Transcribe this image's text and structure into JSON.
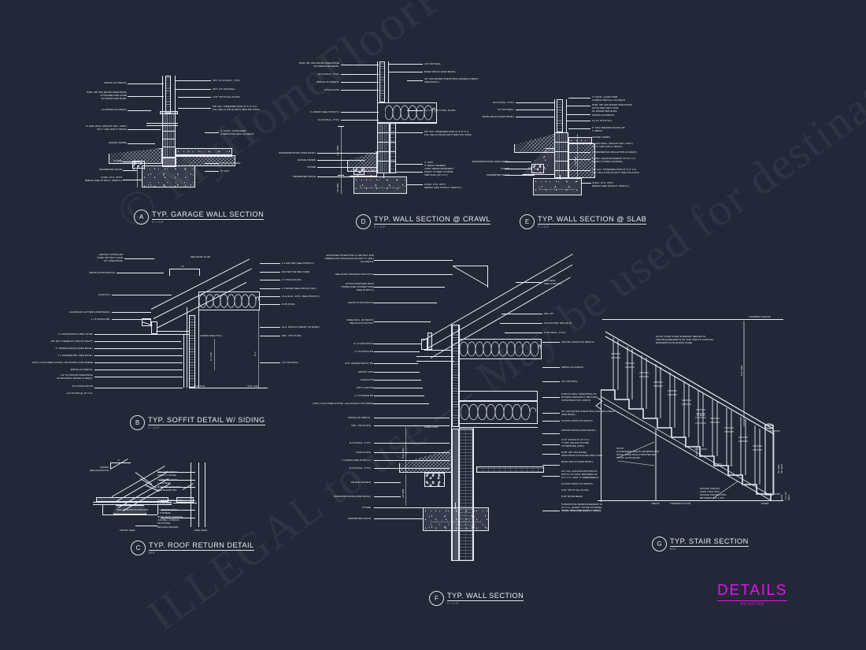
{
  "sheet": {
    "background_color": "#232839",
    "line_color": "#e9ecf5",
    "title": "DETAILS",
    "title_scale": "AS NOTED",
    "title_color": "#e313ec"
  },
  "watermark": {
    "line1": "© MyHomeFloorPlans.com",
    "line2": "ILLEGAL to use — May be used for destinations"
  },
  "details": [
    {
      "key": "A",
      "mark": "A",
      "title": "TYP. GARAGE WALL SECTION",
      "scale": "1\" = 1'-0\"",
      "labels_left": [
        "SIDING AS SPEC'D.",
        "NOM. 3/8\" APA RATED SHEATHING\nATTACHED PER CODE\nW/ PAPER PER BLDR.",
        "FLASHING AS REQ'D.",
        "8\" CMU WALL (HEIGHT WILL VARY)\nOR 4\" CMU AND 4\" BRICK",
        "GRADE VARIES",
        "STONE",
        "PERIMETER DRAIN",
        "CONC. FTG. W/TH\nREBAR (SEE STRUCT. SPEC'S.)"
      ],
      "labels_right": [
        "OPT. R-13 INSUL. (TYP.)",
        "OPT. 1/2\" DRYWALL",
        "2\"x6\" TRT'D SILL PLATE",
        "5/8\" DIA. THREADED ROD AT 6'-0\" O.C.\nFILL CELLS SOLID WITH 3000 PSI CONC.",
        "4\" CONC. SLAB OVER\nCOMPACTED FILL AS REQ'D.",
        "VAPOR BARRIER",
        "8\" CMU"
      ]
    },
    {
      "key": "D",
      "mark": "D",
      "title": "TYP. WALL SECTION @ CRAWL",
      "scale": "1\" = 1'-0\"",
      "labels_left": [
        "NOM. 3/8\" APA RATED SHEATHING\nW/ PAPER PER BLDR.",
        "R-13 INSUL. (TYP.)",
        "SIDING AS SPEC'D.",
        "SOLE PLATE",
        "2 x BAND (SEE STRUCT.)",
        "R-19 INSUL. (TYP.)",
        "WATERPROOFING (PER BLDR.)",
        "GRADE VARIES",
        "STONE",
        "PERIMETER DRAIN"
      ],
      "labels_right": [
        "1/2\" DRYWALL",
        "BASE MOULD (PER BLDR.)",
        "3/4\" APA RATED SHEATHING UNDERLAYMENT\n(PER BLDR.)",
        "(1) 2\"x6\" TRT'D SILL PLATE",
        "5/8\" DIA. THREADED ROD AT 6'-0\" O.C.\nFILL CELLS SOLID WITH 3000 PSI CONC.",
        "4\" CMU\n4\" BRICK VENEER\nJOINT REINFORCEMENT\nEVERY OTHER COURSE\nVERTICAL (16\" O.C.)",
        "CONC. FTG. W/TH\nREBAR (SEE STRUCT. SPEC'S.)"
      ],
      "dims": [
        "4'-0\" MIN.",
        "18\" MIN."
      ]
    },
    {
      "key": "E",
      "mark": "E",
      "title": "TYP. WALL SECTION @ SLAB",
      "scale": "1\" = 1'-0\"",
      "labels_left": [
        "R-13 INSUL. (TYP.)",
        "1/2\" DRYWALL",
        "BASE MOULD (PER BLDR.)",
        "WATERPROOFING (PER BLDR.)",
        "STONE",
        "PERIMETER DRAIN"
      ],
      "labels_right": [
        "4\" CONC. SLAB OVER\nCOMPACTED FILL AS REQ'D.",
        "NOM. 3/8\" APA RATED SHEATHING\nATTACHED PER CODE\nW/ PAPER PER BLDR.",
        "SIDING AS SPEC'D.",
        "(1) 2X TRT'D SILL",
        "8\" CMU HEADER BLOCK OR\n4\" BRICK",
        "GRADE VARIES",
        "8\" CMU WALL (HEIGHT WILL VARY)\nOR 4\" CMU AND 4\" BRICK",
        "1\" PERIMETER INSULATION AS REQ'D.",
        "HORIZ. REINFORCEMENT AT 16\" O.C.\n(EVERY OTHER COURSE)",
        "5/8\" DIA. THREADED ROD AT 6'-0\" O.C.\nFILL CELLS SOLID WITH 3000 PSI CONC.",
        "CONC. FTG. WITH\nREBAR (SEE STRUCT. SPEC'S.)"
      ]
    },
    {
      "key": "B",
      "mark": "B",
      "title": "TYP. SOFFIT DETAIL W/ SIDING",
      "scale": "1\" = 1'-0\"",
      "labels_left": [
        "ASPHALT SHINGLES\nOVER 15# FELT OVER\n1/2\" SHEATHING",
        "VENTILATION BAFFLE",
        "LOOKOUT",
        "ALUMINUM GUTTERS (PER BLDR.)",
        "1 x 8 FASCIA BD.",
        "2\" CONTINUOUS VENT STRIP",
        "3/8\" EXT. GRADE PLYWOOD SOFFIT",
        "3\" CROWN MOULD (PER BLDR.)",
        "1 x 8 FRIEZE BD. (SEE BLDR.)",
        "(OPT.) CULTURED STONE + BLOCKING FOR FRIEZE",
        "SIDING AS SPEC'D.",
        "1/2\" PLYWOOD SHEATHING\nW/ BUILDING PAPER IF REQ'D.",
        "R-13 INSULATION",
        "2x4 STUDS @ 16\" O.C."
      ],
      "labels_right": [
        "2 x RAFTER (SEE STRUCT.)",
        "RAFTER TIE PER CODE",
        "2 X SOLE PLATE",
        "2 X BAND (SEE STRUCT. BD.)",
        "CLG./FLR. JSTS. (SEE STRUCT.)",
        "R-30 INSUL.",
        "CLG. MOULD (VERIFY W/ BLDR.)",
        "DBL. TOP PLATE",
        "1/2\" DRYWALL"
      ],
      "inline_labels": [
        "SEE ROOF PLAN",
        "VARIES (SEE HGT.)",
        "FIN. FLR.",
        "12"
      ]
    },
    {
      "key": "C",
      "mark": "C",
      "title": "TYP. ROOF RETURN DETAIL",
      "scale": "NTS",
      "labels_left": [
        "VARIES\nSEE ELEVATION",
        "SEE\nELEVATION FOR DIM."
      ],
      "labels_right": [
        "OPT. SHEATHING\nOVER 1 X BASE",
        "1\" CROWN OVER\n1 X FRIEZE",
        "ROOFING MATERIAL\nPER ELEVATION",
        "OGEE GUTTER OVER\n1 X STUCCO",
        "1\" CROWN OVER\n1 X FRIEZE",
        "NOTE: BOX CORNICE\nCAN BE 1 X BRICK\nOR STONE",
        "RETURN CROWN"
      ],
      "view_labels": [
        "FRONT VIEW",
        "SIDE VIEW"
      ]
    },
    {
      "key": "F",
      "mark": "F",
      "title": "TYP. WALL SECTION",
      "scale": "1\" = 1'-0\"",
      "labels_left": [
        "APA RATED SHEATHING & 15# FELT AND\nFIBERGLASS SHINGLES (CLASS \"C\" MIN.)\nAS SPEC'D.",
        "SEE ROOF FRAMING FOR PITCH",
        "ATTACH RAFTERS WITH\nHURRICANE CONNECTORS\n(SEE STRUCT.)",
        "VENTILATION BAFFLE",
        "KNEE WALL (IF REQ'D.)\nSEE PLAN FOR HGT.",
        "2 x 6 SUB FASCIA",
        "1 x 8 FASCIA BD.",
        "EXT. GRADE SOFFIT BD.",
        "SOFFIT VENT",
        "LOOKOUTS",
        "(OPT.) CROWN",
        "1 x 8 FRIEZE BD.",
        "(OPT.) CULTURED STONE + BLOCKING FOR FRIEZE",
        "SIDING AS SPEC'D.",
        "DBL. TOP PLATE",
        "R-13 INSUL. (TYP.)",
        "SOLE PLATE",
        "2 x BAND (SEE STRUCT.)",
        "R-19 INSUL. (TYP.)",
        "GRADE (VARIES)",
        "WATERPROOFING (PER BLDR.)",
        "STONE",
        "PERIMETER DRAIN"
      ],
      "labels_right": [
        "RAFTERS\n(SEE STRUCT.)",
        "MIN. 45°",
        "2x4 RAFTER TIES @ 16\"",
        "R-30 INSUL. (TYP.)",
        "CEILING JOISTS AS SPEC'D.",
        "SIDING AS SPEC'D.",
        "1/2\" DRYWALL",
        "STRUCTURAL SHEATHING TO\nEXTEND MINIMUM 2\" BEYOND\nCONSTRUCTION JOINTS",
        "3/4\" APA RATED SHEATHING UNDERLAYMENT\n(PER BLDR.)",
        "FLOOR JOISTS AS SPEC'D.",
        "CROWN MOULD (PER BLDR.)",
        "2\"x4\" STUDS AT 16\" O.C.\n*1 SPF UNLESS NOTED\nOTHERWISE (UNO)",
        "NOM. 3/8\" APA RATED\nSHEATHING ATTACHED PER CODE",
        "BASE MOULD (PER BLDR.)",
        "1/2\" DIA. ANSI ANCHOR BOLTS\nWITH 2\"x2\"x3/16\" WASHERS AT\n6'-0\" O.C. (MIN. 6\" EMBEDMENT)",
        "FLOOR JOISTS AS SPEC'D.",
        "2\"x6\" TRT'D SILL PLATE",
        "8\"x8\" BOND BEAM",
        "HORIZONTAL REINFORCEMENT AT\n16\" O.C. (EVERY OTHER COURSE)\n\"DURA-WIRE\" OR EQUIV. TYPICAL",
        "CONC. FTG. (PER STRUCT. ENG.)"
      ],
      "dims": [
        "8'-0\" MIN.",
        "SUBFLOOR",
        "18\" MIN."
      ]
    },
    {
      "key": "G",
      "mark": "G",
      "title": "TYP. STAIR SECTION",
      "scale": "NTS",
      "notes": [
        "NOTE: STAIR CODE SUMMARY REFLECTS\nTHE REQUIREMENTS OF THE NORTH CAROLINA\nRESIDENTIAL BUILDING CODE",
        "NOTE:\nACCESSIBLE AREAS UNDERSTAIRS\nSHALL HAVE WALLS PROTECTED\nW/ 1/2\" GYPSUM BD.",
        "NOSING RADIUS\nLESS THAN 9/16\"\nNOSING PROJECTION\nBETWEEN 3/4\"-1-1/4\""
      ],
      "labels": [
        "FINISHED CEILING",
        "FINISHED FLOOR",
        "4\" MAX.",
        "8-1/4\" MAX.",
        "9\" MIN.",
        "6'-8\" MIN.",
        "34\" MIN.\n38\" MAX.",
        "7'-6 3/4\"\nMAX.",
        "TREAD",
        "RISER"
      ]
    }
  ]
}
